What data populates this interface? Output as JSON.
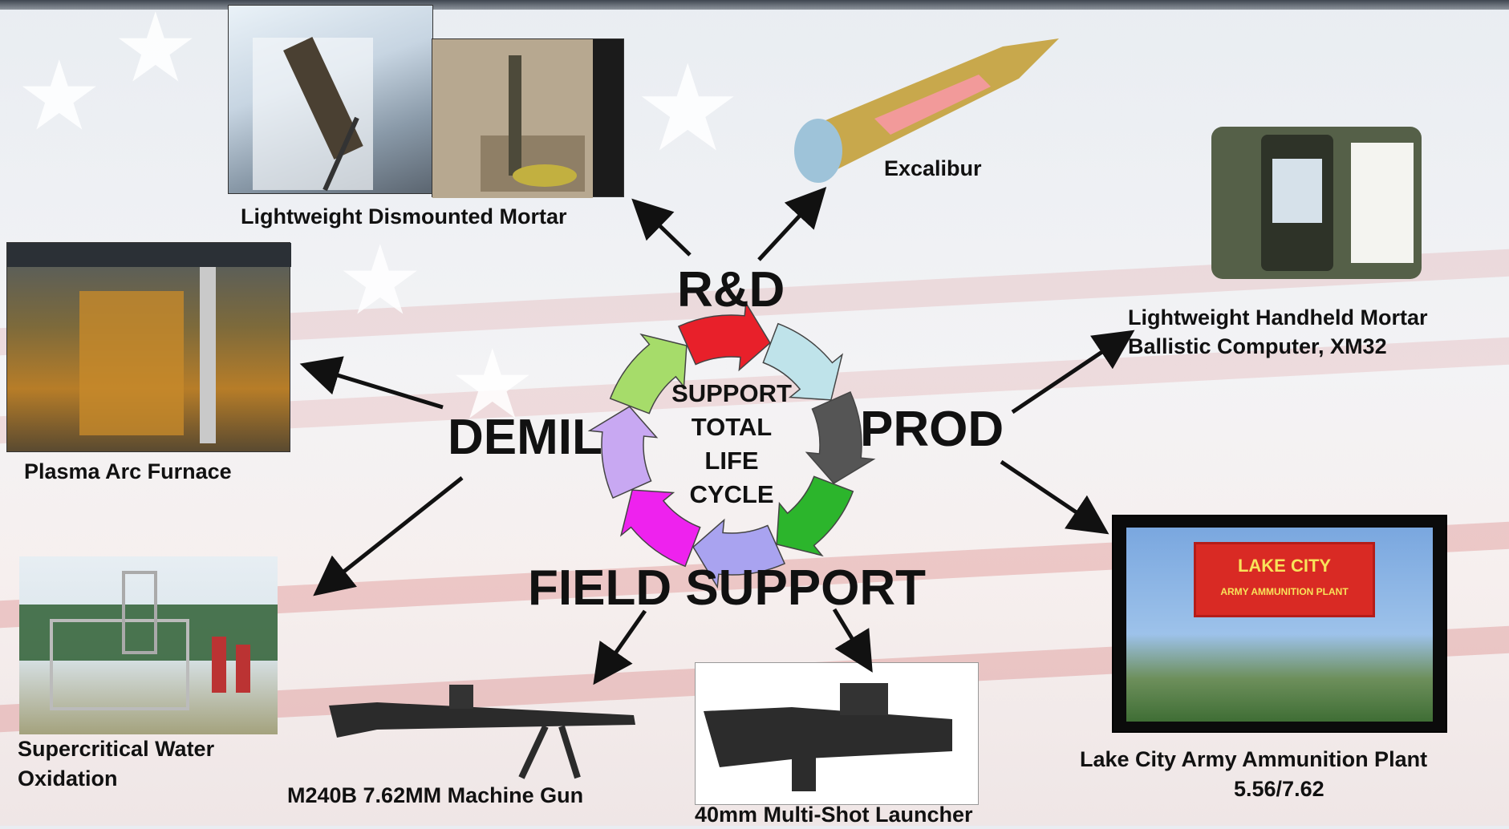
{
  "stages": {
    "rd": "R&D",
    "prod": "PROD",
    "field_support": "FIELD SUPPORT",
    "demil": "DEMIL"
  },
  "center": {
    "line1": "SUPPORT",
    "line2": "TOTAL",
    "line3": "LIFE",
    "line4": "CYCLE"
  },
  "captions": {
    "mortar": "Lightweight Dismounted Mortar",
    "excalibur": "Excalibur",
    "computer_line1": "Lightweight Handheld Mortar",
    "computer_line2": "Ballistic Computer, XM32",
    "furnace": "Plasma Arc Furnace",
    "water_line1": "Supercritical Water",
    "water_line2": "Oxidation",
    "m240": "M240B 7.62MM Machine Gun",
    "launcher": "40mm Multi-Shot Launcher",
    "lake_line1": "Lake City Army Ammunition Plant",
    "lake_line2": "5.56/7.62"
  },
  "sign": {
    "name": "LAKE CITY",
    "subtitle": "ARMY AMMUNITION PLANT"
  },
  "colors": {
    "cycle_arrows": [
      "#e8202a",
      "#bfe3ea",
      "#555555",
      "#2cb52c",
      "#a9a3f0",
      "#ee22ee",
      "#c8a8f2",
      "#a6dc6a"
    ]
  }
}
